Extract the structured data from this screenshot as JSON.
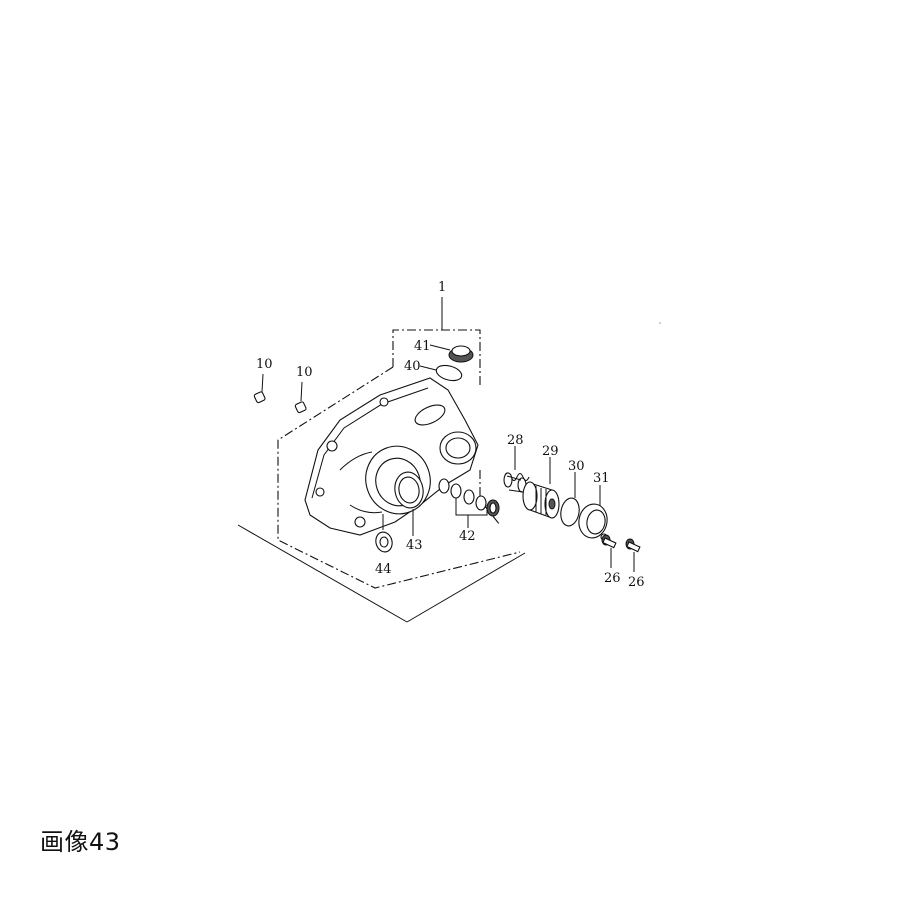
{
  "caption": "画像43",
  "callouts": {
    "c1": "1",
    "c10a": "10",
    "c10b": "10",
    "c41": "41",
    "c40": "40",
    "c28": "28",
    "c29": "29",
    "c30": "30",
    "c31": "31",
    "c42": "42",
    "c43": "43",
    "c44": "44",
    "c26a": "26",
    "c26b": "26"
  }
}
